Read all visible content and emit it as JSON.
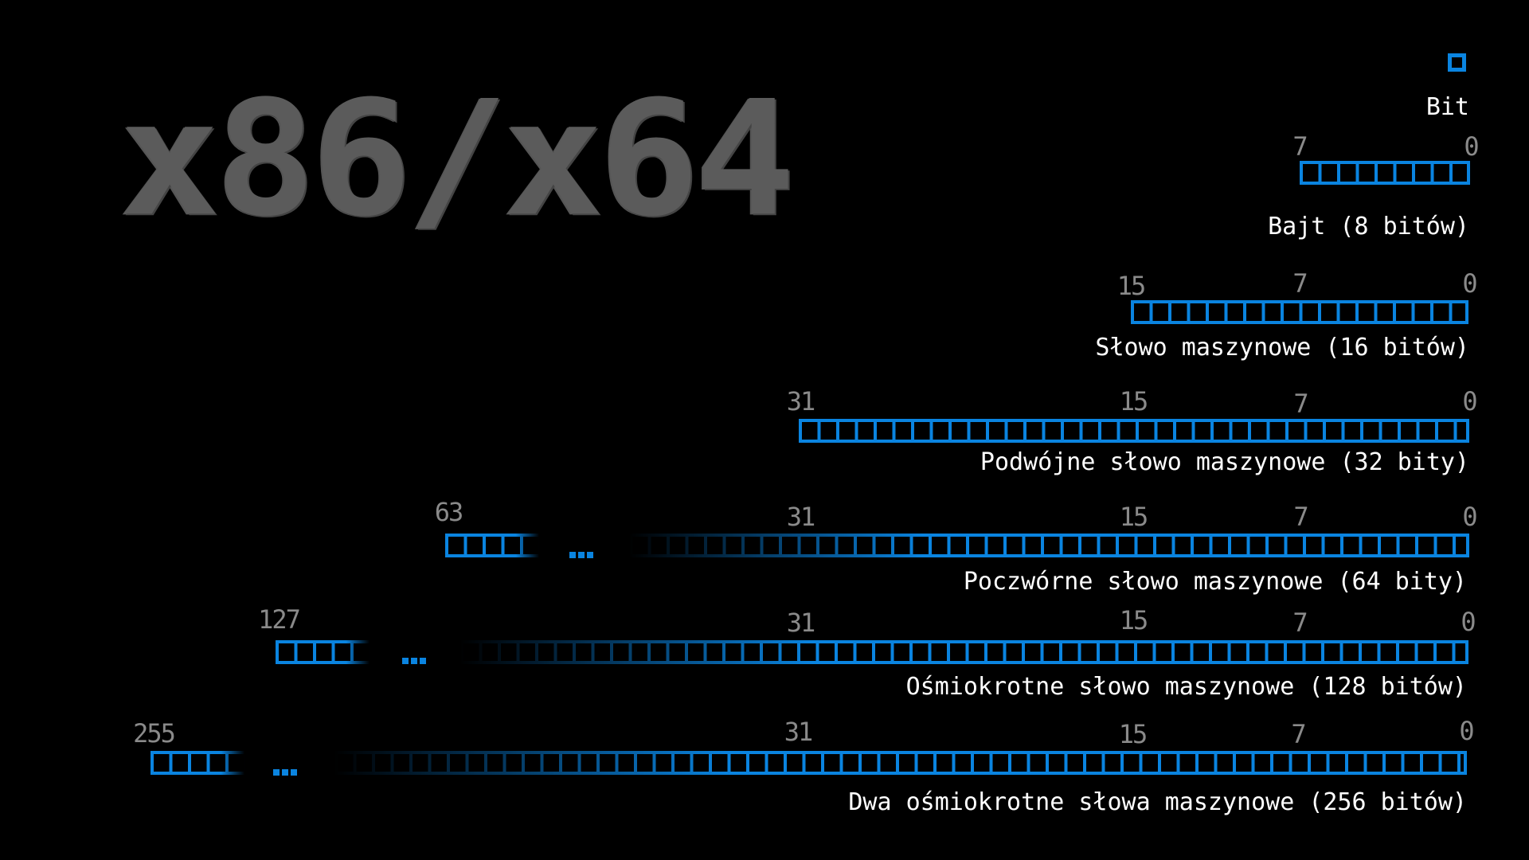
{
  "title": "x86/x64",
  "accent_color": "#0a84e0",
  "bit": {
    "label": "Bit"
  },
  "byte": {
    "label": "Bajt (8 bitów)",
    "ticks": [
      "7",
      "0"
    ]
  },
  "word": {
    "label": "Słowo maszynowe (16 bitów)",
    "ticks": [
      "15",
      "7",
      "0"
    ]
  },
  "dword": {
    "label": "Podwójne słowo maszynowe (32 bity)",
    "ticks": [
      "31",
      "15",
      "7",
      "0"
    ]
  },
  "qword": {
    "label": "Poczwórne słowo maszynowe (64 bity)",
    "ticks": [
      "63",
      "31",
      "15",
      "7",
      "0"
    ],
    "ellipsis": "..."
  },
  "oword": {
    "label": "Ośmiokrotne słowo maszynowe (128 bitów)",
    "ticks": [
      "127",
      "31",
      "15",
      "7",
      "0"
    ],
    "ellipsis": "..."
  },
  "yword": {
    "label": "Dwa ośmiokrotne słowa maszynowe (256 bitów)",
    "ticks": [
      "255",
      "31",
      "15",
      "7",
      "0"
    ],
    "ellipsis": "..."
  }
}
